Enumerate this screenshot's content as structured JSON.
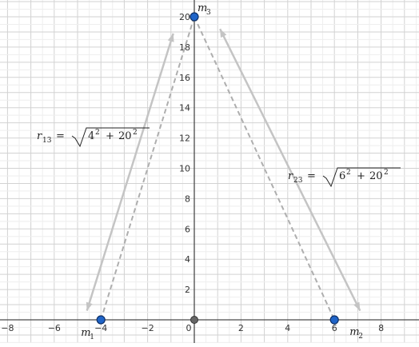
{
  "colors": {
    "minor_grid": "#eeeeee",
    "major_grid": "#d2d2d2",
    "axis": "#4a4a4a",
    "point_fill": "#1f64c8",
    "point_stroke": "#0d2f66",
    "origin_fill": "#666666",
    "solid_arrow": "#c4c4c4",
    "dashed_line": "#aeaeae"
  },
  "axes": {
    "x_ticks": [
      "−8",
      "−6",
      "−4",
      "−2",
      "0",
      "2",
      "4",
      "6",
      "8"
    ],
    "y_ticks": [
      "2",
      "4",
      "6",
      "8",
      "10",
      "12",
      "14",
      "16",
      "18",
      "20"
    ]
  },
  "points": [
    {
      "id": "m1",
      "name": "m",
      "sub": "1",
      "x": -4,
      "y": 0,
      "label_pos": "below-left"
    },
    {
      "id": "m2",
      "name": "m",
      "sub": "2",
      "x": 6,
      "y": 0,
      "label_pos": "below-right"
    },
    {
      "id": "m3",
      "name": "m",
      "sub": "3",
      "x": 0,
      "y": 20,
      "label_pos": "above-right"
    }
  ],
  "origin_point": {
    "x": 0,
    "y": 0
  },
  "segments": [
    {
      "id": "m1-m3",
      "from": [
        -4,
        0
      ],
      "to": [
        0,
        20
      ],
      "style": "dashed"
    },
    {
      "id": "m3-m2",
      "from": [
        0,
        20
      ],
      "to": [
        6,
        0
      ],
      "style": "dashed"
    }
  ],
  "arrows": [
    {
      "id": "r13-arrow",
      "from": [
        -4.6,
        0.6
      ],
      "to": [
        -0.9,
        18.9
      ],
      "style": "double-headed"
    },
    {
      "id": "r23-arrow",
      "from": [
        1.1,
        19.2
      ],
      "to": [
        7.1,
        0.6
      ],
      "style": "double-headed"
    }
  ],
  "labels": {
    "r13": {
      "r": "r",
      "sub": "13",
      "eq": "=",
      "a": "4",
      "exp_a": "2",
      "plus": "+",
      "b": "20",
      "exp_b": "2"
    },
    "r23": {
      "r": "r",
      "sub": "23",
      "eq": "=",
      "a": "6",
      "exp_a": "2",
      "plus": "+",
      "b": "20",
      "exp_b": "2"
    }
  }
}
